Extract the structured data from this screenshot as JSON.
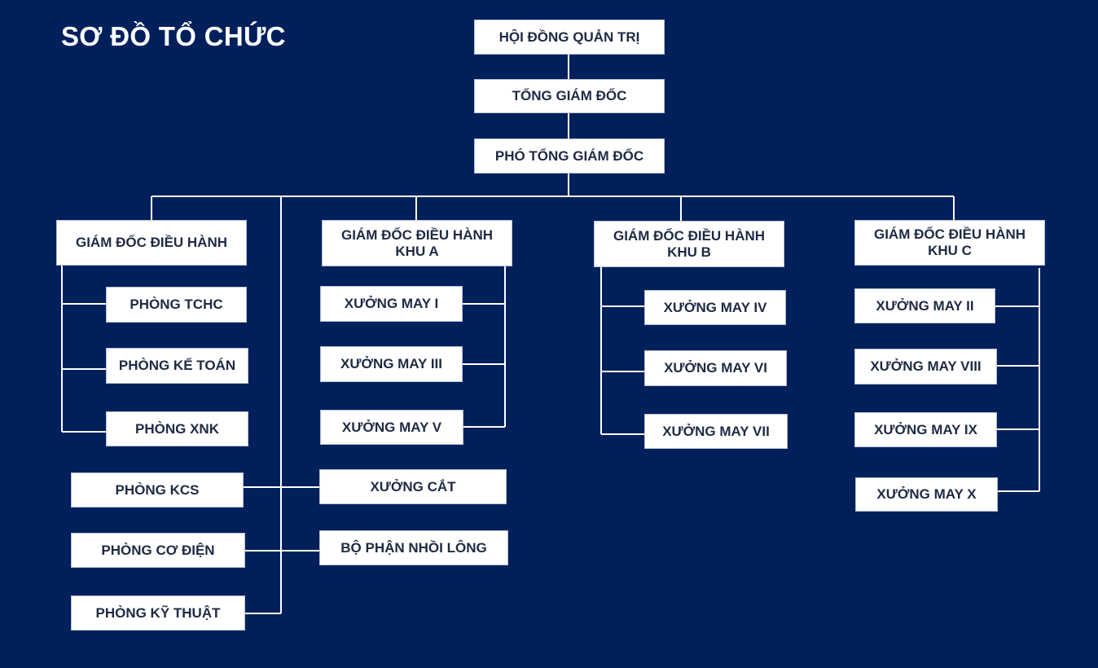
{
  "title": "SƠ ĐỒ TỔ CHỨC",
  "colors": {
    "background": "#00205c",
    "box": "#ffffff",
    "text": "#1f2a44",
    "line": "#ffffff"
  },
  "nodes": {
    "board": "HỘI ĐỒNG QUẢN TRỊ",
    "ceo": "TỔNG GIÁM ĐỐC",
    "deputy_ceo": "PHÓ TỔNG GIÁM ĐỐC",
    "exec_director": "GIÁM ĐỐC ĐIỀU HÀNH",
    "exec_director_a": "GIÁM ĐỐC ĐIỀU HÀNH\nKHU A",
    "exec_director_b": "GIÁM ĐỐC ĐIỀU HÀNH\nKHU B",
    "exec_director_c": "GIÁM ĐỐC ĐIỀU HÀNH\nKHU C",
    "phong_tchc": "PHÒNG TCHC",
    "phong_ke_toan": "PHÒNG KẾ TOÁN",
    "phong_xnk": "PHÒNG XNK",
    "phong_kcs": "PHÒNG KCS",
    "phong_co_dien": "PHÒNG CƠ ĐIỆN",
    "phong_ky_thuat": "PHÒNG KỸ THUẬT",
    "xuong_may_1": "XƯỞNG MAY I",
    "xuong_may_3": "XƯỞNG MAY III",
    "xuong_may_5": "XƯỞNG MAY V",
    "xuong_cat": "XƯỞNG CẮT",
    "bo_phan_nhoi_long": "BỘ PHẬN NHỒI LÔNG",
    "xuong_may_4": "XƯỞNG MAY IV",
    "xuong_may_6": "XƯỞNG MAY VI",
    "xuong_may_7": "XƯỞNG MAY VII",
    "xuong_may_2": "XƯỞNG MAY II",
    "xuong_may_8": "XƯỞNG MAY VIII",
    "xuong_may_9": "XƯỞNG MAY IX",
    "xuong_may_10": "XƯỞNG MAY X"
  }
}
